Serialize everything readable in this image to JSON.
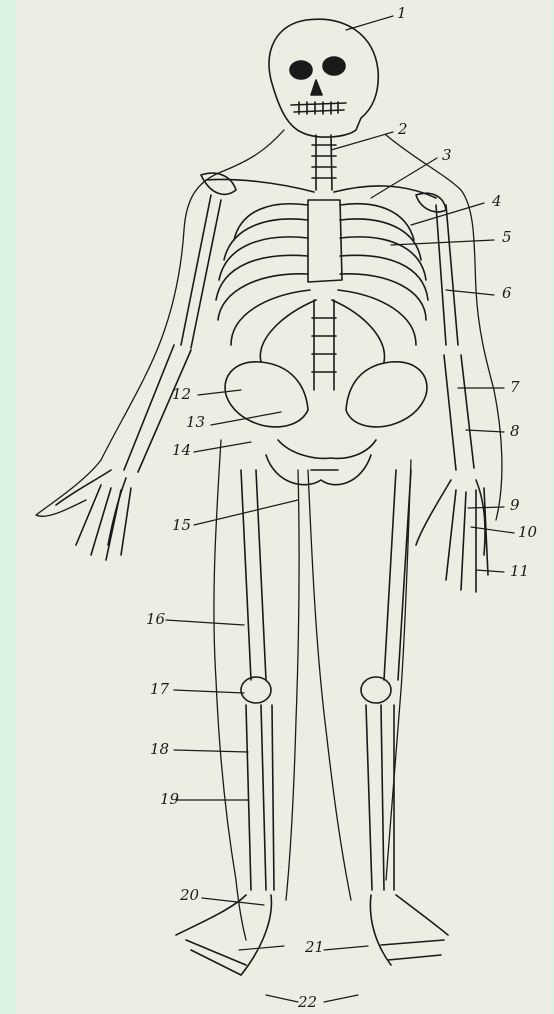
{
  "labels": [
    "1",
    "2",
    "3",
    "4",
    "5",
    "6",
    "7",
    "8",
    "9",
    "10",
    "11",
    "12",
    "13",
    "14",
    "15",
    "16",
    "17",
    "18",
    "19",
    "20",
    "21",
    "22"
  ],
  "colors": {
    "background": "#dcf3e3",
    "paper": "#eeede4",
    "ink": "#1a1a1a"
  }
}
